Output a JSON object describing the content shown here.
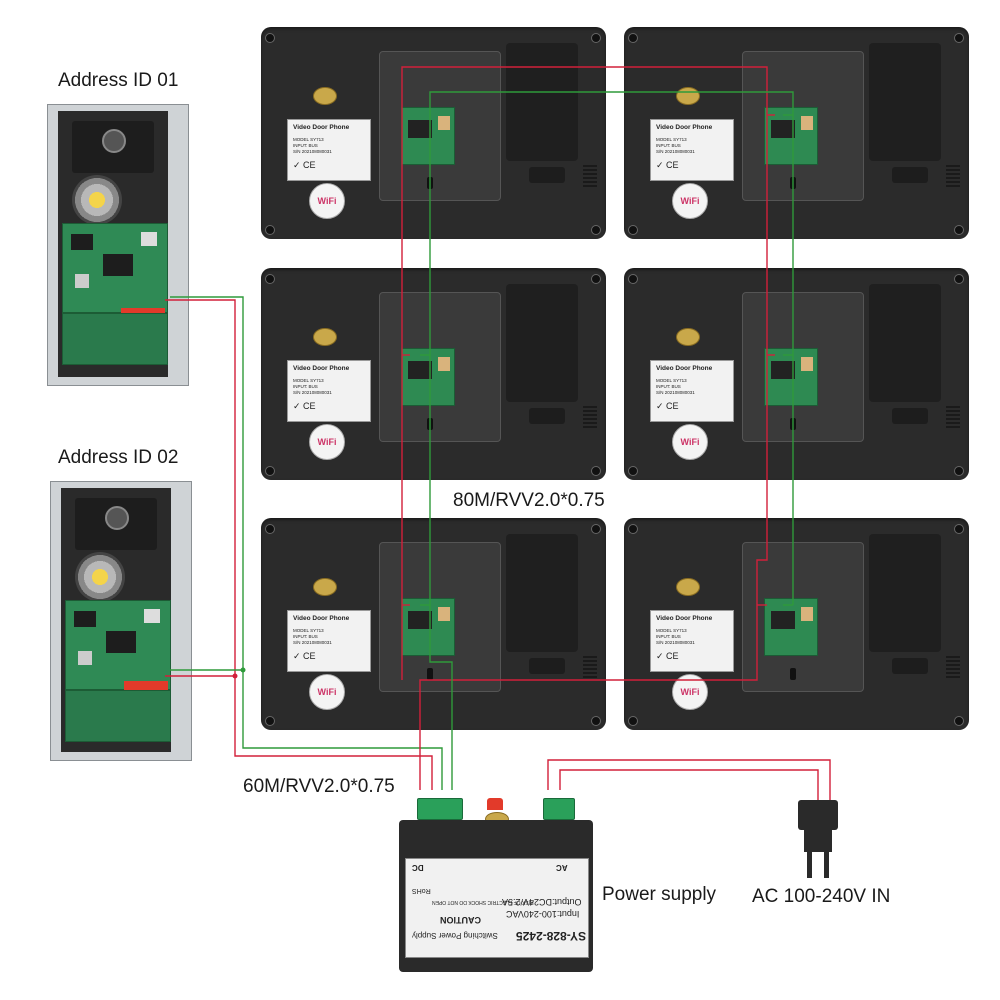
{
  "labels": {
    "address_id_01": "Address ID 01",
    "address_id_02": "Address ID 02",
    "cable_80m": "80M/RVV2.0*0.75",
    "cable_60m": "60M/RVV2.0*0.75",
    "power_supply": "Power supply",
    "ac_in": "AC 100-240V IN"
  },
  "monitor_label": {
    "title": "Video Door Phone",
    "model": "MODEL SY713",
    "input": "INPUT: BUS",
    "serial": "S/N 202108080031",
    "wifi": "WiFi"
  },
  "psu_label": {
    "model": "SY-828-2425",
    "name": "Switching Power Supply",
    "input": "Input:100-240VAC",
    "output": "Output:DC24V/2.5A",
    "caution": "CAUTION",
    "warning": "RISK OF ELECTRIC SHOCK DO NOT OPEN",
    "dc": "DC",
    "ac": "AC",
    "rohs": "RoHS"
  },
  "colors": {
    "wire_red": "#d2203a",
    "wire_green": "#2f9a3a",
    "monitor_body": "#2b2b2b",
    "pcb_green": "#2e8a52"
  },
  "icons": [
    "plug-icon",
    "wifi-icon",
    "speaker-icon"
  ]
}
